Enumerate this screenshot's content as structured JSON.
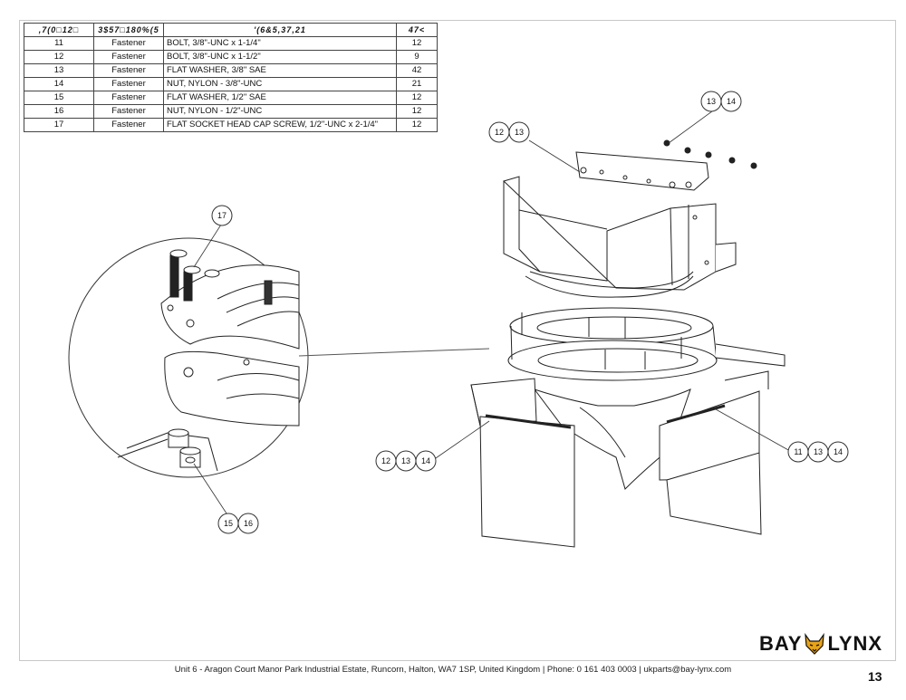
{
  "bom": {
    "headers": {
      "item": ",7(0□12□",
      "part": "3$57□180%(5",
      "description": "'(6&5,37,21",
      "qty": "47<"
    },
    "rows": [
      {
        "item": "11",
        "part": "Fastener",
        "description": "BOLT, 3/8\"-UNC x 1-1/4\"",
        "qty": "12"
      },
      {
        "item": "12",
        "part": "Fastener",
        "description": "BOLT, 3/8\"-UNC x 1-1/2\"",
        "qty": "9"
      },
      {
        "item": "13",
        "part": "Fastener",
        "description": "FLAT WASHER, 3/8\" SAE",
        "qty": "42"
      },
      {
        "item": "14",
        "part": "Fastener",
        "description": "NUT, NYLON - 3/8\"-UNC",
        "qty": "21"
      },
      {
        "item": "15",
        "part": "Fastener",
        "description": "FLAT WASHER, 1/2\" SAE",
        "qty": "12"
      },
      {
        "item": "16",
        "part": "Fastener",
        "description": "NUT, NYLON - 1/2\"-UNC",
        "qty": "12"
      },
      {
        "item": "17",
        "part": "Fastener",
        "description": "FLAT SOCKET HEAD CAP SCREW, 1/2\"-UNC x 2-1/4\"",
        "qty": "12"
      }
    ]
  },
  "balloons": {
    "b17": "17",
    "b15": "15",
    "b16": "16",
    "b12a": "12",
    "b13a": "13",
    "b13b": "13",
    "b14b": "14",
    "b12c": "12",
    "b13c": "13",
    "b14c": "14",
    "b11d": "11",
    "b13d": "13",
    "b14d": "14"
  },
  "logo": {
    "left": "BAY",
    "right": "LYNX",
    "icon": "lynx-head-icon"
  },
  "footer": {
    "address": "Unit 6 - Aragon Court Manor Park Industrial Estate, Runcorn, Halton, WA7 1SP, United Kingdom  |  Phone: 0 161 403 0003  |  ukparts@bay-lynx.com",
    "page": "13"
  }
}
